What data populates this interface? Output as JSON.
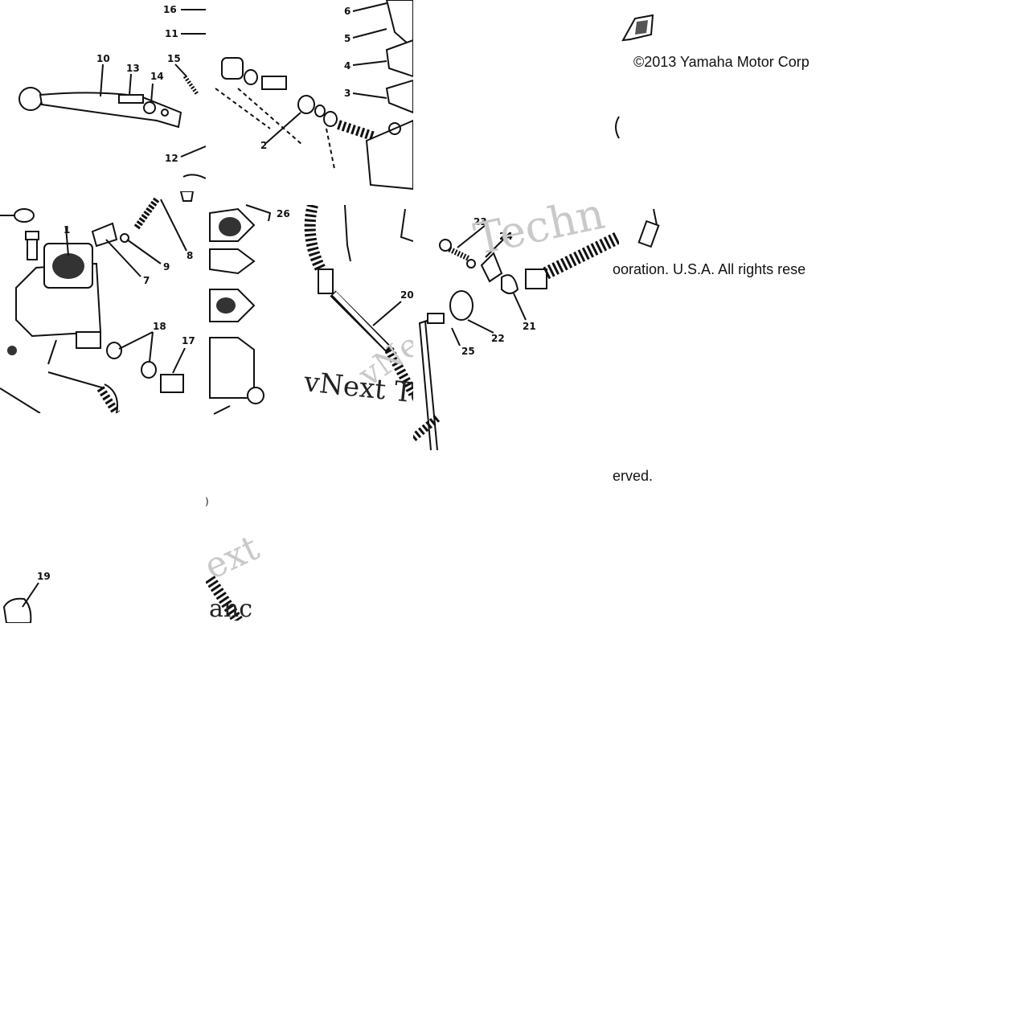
{
  "labels": {
    "l1": "1",
    "l2": "2",
    "l3": "3",
    "l4": "4",
    "l5": "5",
    "l6": "6",
    "l7": "7",
    "l8": "8",
    "l9": "9",
    "l10": "10",
    "l11": "11",
    "l12": "12",
    "l13": "13",
    "l14": "14",
    "l15": "15",
    "l16": "16",
    "l17": "17",
    "l18": "18",
    "l19": "19",
    "l20": "20",
    "l21": "21",
    "l22": "22",
    "l23": "23",
    "l24": "24",
    "l25": "25",
    "l26": "26",
    "l_frag": ")"
  },
  "copyright": {
    "line1": "©2013 Yamaha Motor Corp",
    "line2": "ooration. U.S.A. All rights rese",
    "line3": "erved."
  },
  "watermarks": {
    "w1": "vNext Te",
    "w2": "Techn",
    "w3": "vNe",
    "w4": "ext",
    "w5": "anc"
  }
}
